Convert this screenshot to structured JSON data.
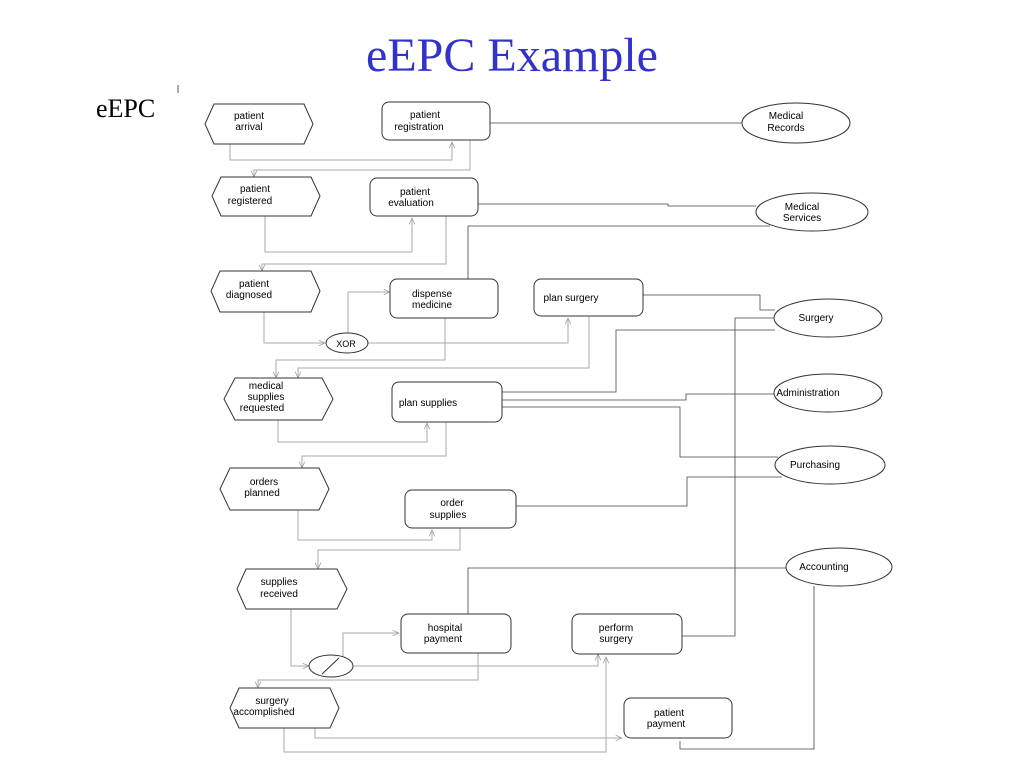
{
  "title": "eEPC Example",
  "side_label": "eEPC",
  "events": [
    {
      "id": "ev-patient-arrival",
      "lines": [
        "patient",
        "arrival"
      ]
    },
    {
      "id": "ev-patient-registered",
      "lines": [
        "patient",
        "registered"
      ]
    },
    {
      "id": "ev-patient-diagnosed",
      "lines": [
        "patient",
        "diagnosed"
      ]
    },
    {
      "id": "ev-medical-supplies-requested",
      "lines": [
        "medical",
        "supplies",
        "requested"
      ]
    },
    {
      "id": "ev-orders-planned",
      "lines": [
        "orders",
        "planned"
      ]
    },
    {
      "id": "ev-supplies-received",
      "lines": [
        "supplies",
        "received"
      ]
    },
    {
      "id": "ev-surgery-accomplished",
      "lines": [
        "surgery",
        "accomplished"
      ]
    }
  ],
  "functions": [
    {
      "id": "fn-patient-registration",
      "lines": [
        "patient",
        "registration"
      ]
    },
    {
      "id": "fn-patient-evaluation",
      "lines": [
        "patient",
        "evaluation"
      ]
    },
    {
      "id": "fn-dispense-medicine",
      "lines": [
        "dispense",
        "medicine"
      ]
    },
    {
      "id": "fn-plan-surgery",
      "lines": [
        "plan surgery"
      ]
    },
    {
      "id": "fn-plan-supplies",
      "lines": [
        "plan supplies"
      ]
    },
    {
      "id": "fn-order-supplies",
      "lines": [
        "order",
        "supplies"
      ]
    },
    {
      "id": "fn-hospital-payment",
      "lines": [
        "hospital",
        "payment"
      ]
    },
    {
      "id": "fn-perform-surgery",
      "lines": [
        "perform",
        "surgery"
      ]
    },
    {
      "id": "fn-patient-payment",
      "lines": [
        "patient",
        "payment"
      ]
    }
  ],
  "org_units": [
    {
      "id": "org-medical-records",
      "lines": [
        "Medical",
        "Records"
      ]
    },
    {
      "id": "org-medical-services",
      "lines": [
        "Medical",
        "Services"
      ]
    },
    {
      "id": "org-surgery",
      "lines": [
        "Surgery"
      ]
    },
    {
      "id": "org-administration",
      "lines": [
        "Administration"
      ]
    },
    {
      "id": "org-purchasing",
      "lines": [
        "Purchasing"
      ]
    },
    {
      "id": "org-accounting",
      "lines": [
        "Accounting"
      ]
    }
  ],
  "connectors": [
    {
      "id": "conn-xor",
      "label": "XOR"
    },
    {
      "id": "conn-and",
      "label": ""
    }
  ]
}
